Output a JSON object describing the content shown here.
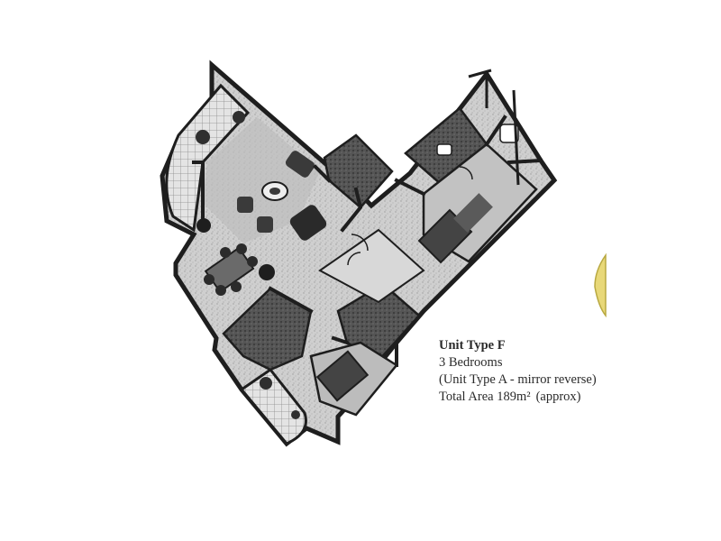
{
  "caption": {
    "title": "Unit Type F",
    "bedrooms": "3 Bedrooms",
    "note": "(Unit Type A - mirror reverse)",
    "area_text": "Total Area 189m²",
    "approx": "(approx)"
  },
  "colors": {
    "wall": "#1e1e1e",
    "floor_light": "#d4d4d4",
    "floor_mid": "#9a9a9a",
    "floor_dark": "#4a4a4a",
    "accent_yellow": "#e8d878"
  }
}
